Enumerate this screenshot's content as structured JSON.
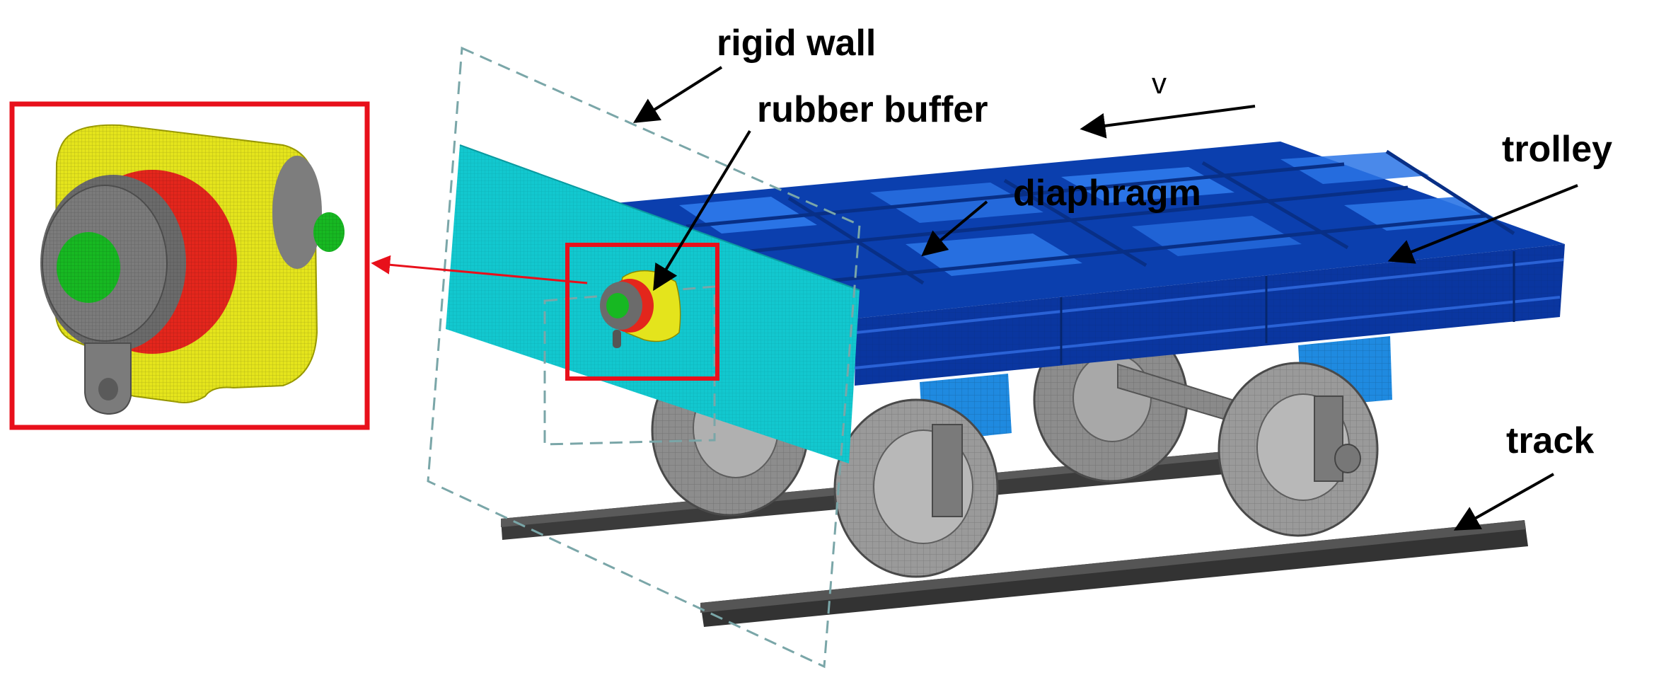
{
  "labels": {
    "rigid_wall": "rigid wall",
    "rubber_buffer": "rubber buffer",
    "velocity": "v",
    "diaphragm": "diaphragm",
    "trolley": "trolley",
    "track": "track"
  },
  "colors": {
    "trolley": "#0b3fae",
    "trolley_dark": "#082f86",
    "trolley_light": "#2a74e6",
    "wall_panel": "#12c8cf",
    "rigid_wall_outline": "#7aa6a8",
    "wheel": "#9a9a9a",
    "wheel_dark": "#5e5e5e",
    "rail": "#3b3b3b",
    "buffer_housing": "#e4e41c",
    "buffer_ring": "#e3261c",
    "buffer_core": "#17b822",
    "callout": "#e8101b",
    "bogie_block": "#1f8ae0"
  },
  "icons": [
    "arrow-icon"
  ]
}
